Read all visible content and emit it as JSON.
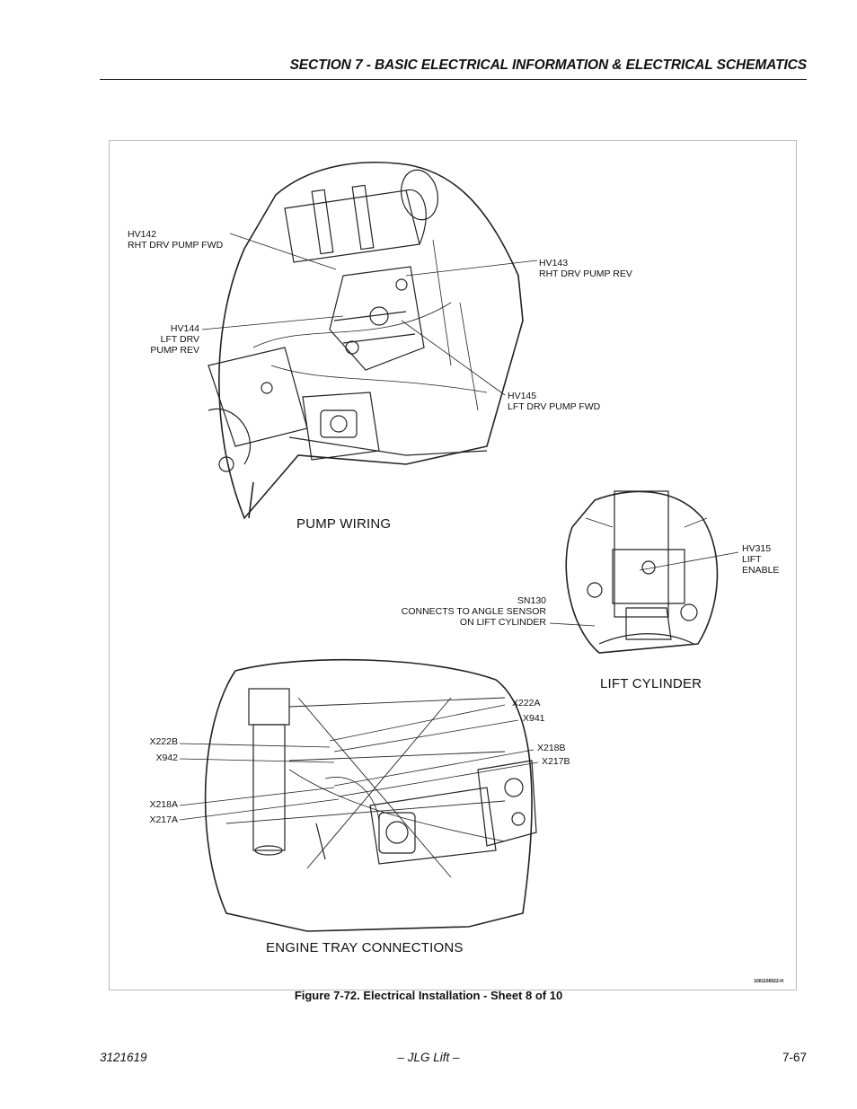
{
  "header": {
    "section_title": "SECTION 7 - BASIC ELECTRICAL INFORMATION & ELECTRICAL SCHEMATICS"
  },
  "figure": {
    "caption": "Figure 7-72.  Electrical Installation - Sheet 8 of 10",
    "id": "1001156522-H",
    "panels": {
      "pump_wiring": {
        "title": "PUMP WIRING",
        "labels": {
          "hv142": "HV142\nRHT DRV PUMP FWD",
          "hv143": "HV143\nRHT DRV PUMP REV",
          "hv144": "HV144\nLFT DRV\nPUMP REV",
          "hv145": "HV145\nLFT DRV PUMP FWD"
        }
      },
      "lift_cylinder": {
        "title": "LIFT CYLINDER",
        "labels": {
          "hv315": "HV315\nLIFT\nENABLE",
          "sn130": "SN130\nCONNECTS TO ANGLE SENSOR\nON LIFT CYLINDER"
        }
      },
      "engine_tray": {
        "title": "ENGINE TRAY CONNECTIONS",
        "labels": {
          "x222a": "X222A",
          "x941": "X941",
          "x222b": "X222B",
          "x942": "X942",
          "x218b": "X218B",
          "x217b": "X217B",
          "x218a": "X218A",
          "x217a": "X217A"
        }
      }
    }
  },
  "footer": {
    "doc_number": "3121619",
    "center": "– JLG Lift –",
    "page": "7-67"
  }
}
